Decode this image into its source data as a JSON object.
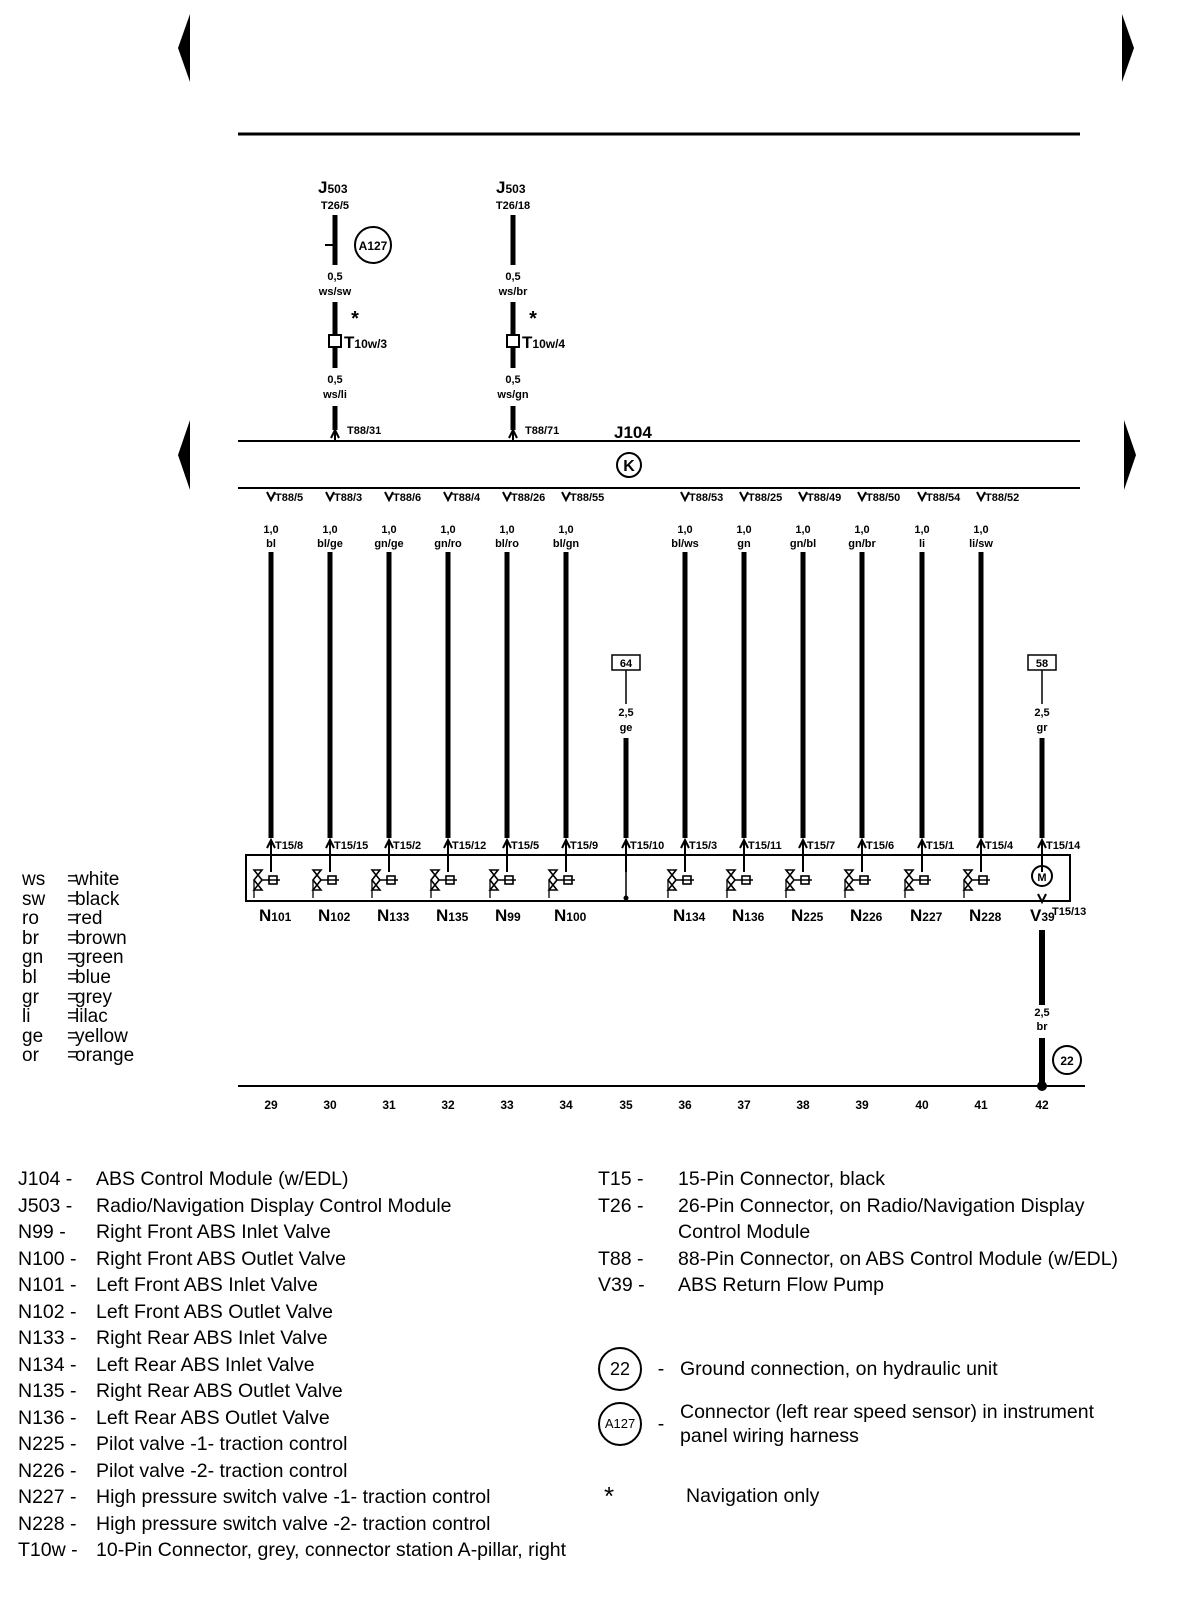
{
  "diagram": {
    "top_inputs": [
      {
        "component": "J503",
        "pin": "T26/5",
        "wire1": {
          "size": "0,5",
          "color": "ws/sw"
        },
        "connector": "T10w/3",
        "wire2": {
          "size": "0,5",
          "color": "ws/li"
        },
        "abs_pin": "T88/31",
        "splice": "A127"
      },
      {
        "component": "J503",
        "pin": "T26/18",
        "wire1": {
          "size": "0,5",
          "color": "ws/br"
        },
        "connector": "T10w/4",
        "wire2": {
          "size": "0,5",
          "color": "ws/gn"
        },
        "abs_pin": "T88/71"
      }
    ],
    "control_module": "J104",
    "control_module_symbol": "K",
    "nav_marker": "*",
    "wires": [
      {
        "t88": "T88/5",
        "size": "1,0",
        "color": "bl",
        "t15": "T15/8",
        "component": "N101",
        "column": "29"
      },
      {
        "t88": "T88/3",
        "size": "1,0",
        "color": "bl/ge",
        "t15": "T15/15",
        "component": "N102",
        "column": "30"
      },
      {
        "t88": "T88/6",
        "size": "1,0",
        "color": "gn/ge",
        "t15": "T15/2",
        "component": "N133",
        "column": "31"
      },
      {
        "t88": "T88/4",
        "size": "1,0",
        "color": "gn/ro",
        "t15": "T15/12",
        "component": "N135",
        "column": "32"
      },
      {
        "t88": "T88/26",
        "size": "1,0",
        "color": "bl/ro",
        "t15": "T15/5",
        "component": "N99",
        "column": "33"
      },
      {
        "t88": "T88/55",
        "size": "1,0",
        "color": "bl/gn",
        "t15": "T15/9",
        "component": "N100",
        "column": "34"
      },
      {
        "box": "64",
        "size": "2,5",
        "color": "ge",
        "t15": "T15/10",
        "component": "",
        "column": "35"
      },
      {
        "t88": "T88/53",
        "size": "1,0",
        "color": "bl/ws",
        "t15": "T15/3",
        "component": "N134",
        "column": "36"
      },
      {
        "t88": "T88/25",
        "size": "1,0",
        "color": "gn",
        "t15": "T15/11",
        "component": "N136",
        "column": "37"
      },
      {
        "t88": "T88/49",
        "size": "1,0",
        "color": "gn/bl",
        "t15": "T15/7",
        "component": "N225",
        "column": "38"
      },
      {
        "t88": "T88/50",
        "size": "1,0",
        "color": "gn/br",
        "t15": "T15/6",
        "component": "N226",
        "column": "39"
      },
      {
        "t88": "T88/54",
        "size": "1,0",
        "color": "li",
        "t15": "T15/1",
        "component": "N227",
        "column": "40"
      },
      {
        "t88": "T88/52",
        "size": "1,0",
        "color": "li/sw",
        "t15": "T15/4",
        "component": "N228",
        "column": "41"
      },
      {
        "box": "58",
        "size": "2,5",
        "color": "gr",
        "t15": "T15/14",
        "component": "V39",
        "column": "42",
        "pump": "M",
        "ground_pin": "T15/13",
        "ground_size": "2,5",
        "ground_color": "br",
        "ground": "22"
      }
    ],
    "diagram_id": "97-29048"
  },
  "color_legend": [
    {
      "abbr": "ws",
      "name": "white"
    },
    {
      "abbr": "sw",
      "name": "black"
    },
    {
      "abbr": "ro",
      "name": "red"
    },
    {
      "abbr": "br",
      "name": "brown"
    },
    {
      "abbr": "gn",
      "name": "green"
    },
    {
      "abbr": "bl",
      "name": "blue"
    },
    {
      "abbr": "gr",
      "name": "grey"
    },
    {
      "abbr": "li",
      "name": "lilac"
    },
    {
      "abbr": "ge",
      "name": "yellow"
    },
    {
      "abbr": "or",
      "name": "orange"
    }
  ],
  "legend_left": [
    {
      "code": "J104 -",
      "desc": "ABS Control Module (w/EDL)"
    },
    {
      "code": "J503 -",
      "desc": "Radio/Navigation Display Control Module"
    },
    {
      "code": "N99  -",
      "desc": "Right Front ABS Inlet Valve"
    },
    {
      "code": "N100 -",
      "desc": "Right Front ABS Outlet Valve"
    },
    {
      "code": "N101 -",
      "desc": "Left Front ABS Inlet Valve"
    },
    {
      "code": "N102 -",
      "desc": "Left Front ABS Outlet Valve"
    },
    {
      "code": "N133 -",
      "desc": "Right Rear ABS Inlet Valve"
    },
    {
      "code": "N134 -",
      "desc": "Left Rear ABS Inlet Valve"
    },
    {
      "code": "N135 -",
      "desc": "Right Rear ABS Outlet Valve"
    },
    {
      "code": "N136 -",
      "desc": "Left Rear ABS Outlet Valve"
    },
    {
      "code": "N225 -",
      "desc": "Pilot valve -1- traction control"
    },
    {
      "code": "N226 -",
      "desc": "Pilot valve -2- traction control"
    },
    {
      "code": "N227 -",
      "desc": "High pressure switch valve -1- traction control"
    },
    {
      "code": "N228 -",
      "desc": "High pressure switch valve -2- traction control"
    },
    {
      "code": "T10w -",
      "desc": "10-Pin Connector, grey, connector station A-pillar, right"
    }
  ],
  "legend_right": [
    {
      "code": "T15  -",
      "desc": "15-Pin Connector, black"
    },
    {
      "code": "T26  -",
      "desc": "26-Pin Connector, on Radio/Navigation Display Control Module"
    },
    {
      "code": "T88  -",
      "desc": "88-Pin Connector, on ABS Control Module (w/EDL)"
    },
    {
      "code": "V39  -",
      "desc": "ABS Return Flow Pump"
    }
  ],
  "legend_symbols": [
    {
      "symbol": "22",
      "dash": "-",
      "desc": "Ground connection, on hydraulic unit"
    },
    {
      "symbol": "A127",
      "dash": "-",
      "desc": "Connector (left rear speed sensor) in instrument panel wiring harness"
    },
    {
      "symbol": "*",
      "dash": "",
      "desc": "Navigation only"
    }
  ]
}
